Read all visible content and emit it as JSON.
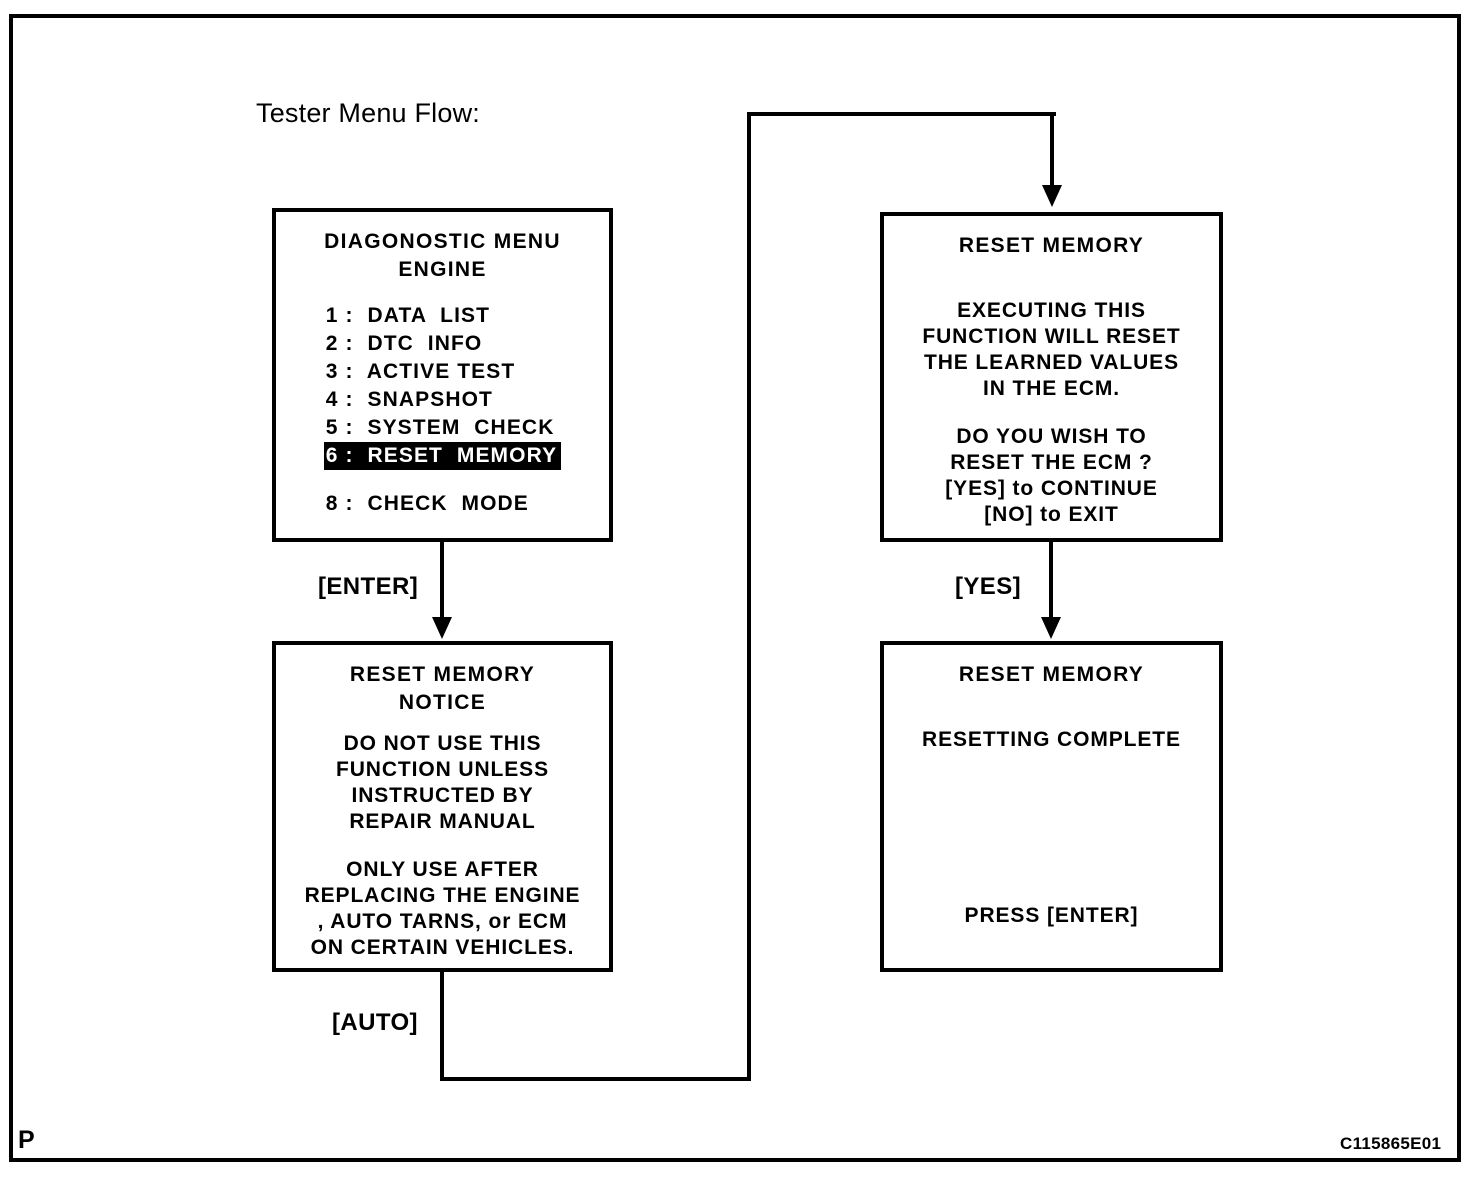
{
  "figure": {
    "caption": "Tester Menu Flow:",
    "corner_mark": "P",
    "code": "C115865E01",
    "line_color": "#000000",
    "background": "#ffffff",
    "highlight_bg": "#000000",
    "highlight_fg": "#ffffff"
  },
  "boxes": {
    "diagnostic_menu": {
      "title_line1": "DIAGONOSTIC  MENU",
      "title_line2": "ENGINE",
      "items": [
        {
          "label": "1 :  DATA  LIST",
          "selected": false
        },
        {
          "label": "2 :  DTC  INFO",
          "selected": false
        },
        {
          "label": "3 :  ACTIVE TEST",
          "selected": false
        },
        {
          "label": "4 :  SNAPSHOT",
          "selected": false
        },
        {
          "label": "5 :  SYSTEM  CHECK",
          "selected": false
        },
        {
          "label": "6 :  RESET  MEMORY",
          "selected": true
        }
      ],
      "item_after_gap": {
        "label": "8 :  CHECK  MODE",
        "selected": false
      }
    },
    "reset_notice": {
      "title_line1": "RESET MEMORY",
      "title_line2": "NOTICE",
      "para1": [
        "DO NOT USE THIS",
        "FUNCTION UNLESS",
        "INSTRUCTED BY",
        "REPAIR MANUAL"
      ],
      "para2": [
        "ONLY USE AFTER",
        "REPLACING THE ENGINE",
        ", AUTO TARNS, or ECM",
        "ON CERTAIN VEHICLES."
      ]
    },
    "reset_confirm": {
      "title": "RESET MEMORY",
      "para1": [
        "EXECUTING THIS",
        "FUNCTION WILL RESET",
        "THE LEARNED VALUES",
        "IN THE ECM."
      ],
      "para2": [
        "DO YOU WISH TO",
        "RESET THE ECM ?",
        "[YES] to CONTINUE",
        "[NO] to EXIT"
      ]
    },
    "reset_complete": {
      "title": "RESET MEMORY",
      "status": "RESETTING COMPLETE",
      "prompt": "PRESS [ENTER]"
    }
  },
  "edges": {
    "enter": "[ENTER]",
    "auto": "[AUTO]",
    "yes": "[YES]"
  }
}
